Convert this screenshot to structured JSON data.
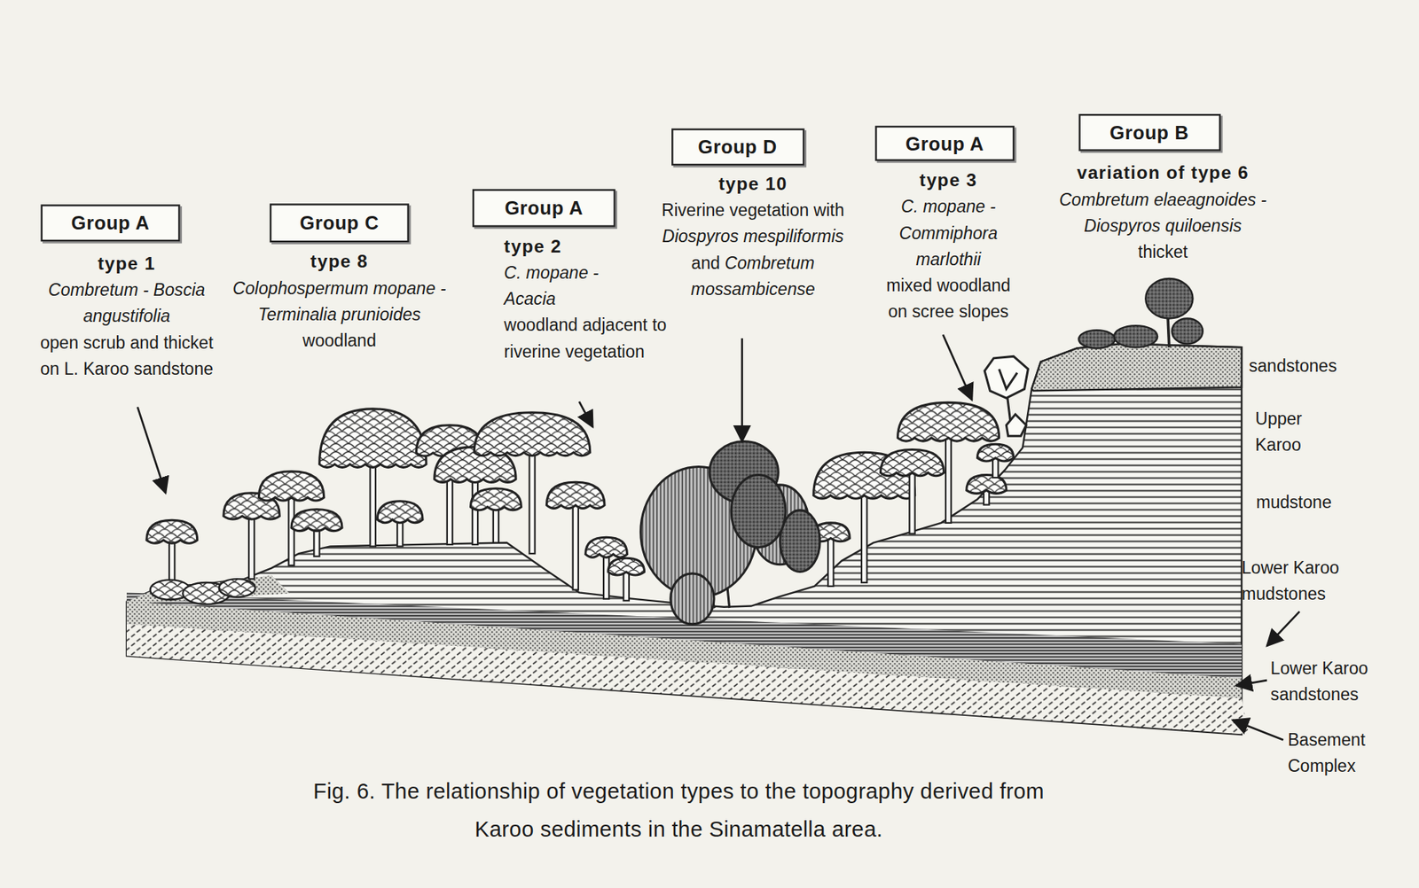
{
  "diagram": {
    "caption": "Fig. 6. The relationship of vegetation types to the topography derived from Karoo sediments in the Sinamatella area.",
    "nodes": [
      {
        "text": [
          "Group A"
        ]
      },
      {
        "text": [
          "Group C"
        ]
      },
      {
        "text": [
          "Group A"
        ]
      },
      {
        "text": [
          "Group D"
        ]
      },
      {
        "text": [
          "Group A"
        ]
      },
      {
        "text": [
          "Group B"
        ]
      }
    ],
    "labels": [
      "type 1",
      "Combretum - Boscia angustifolia",
      "open scrub and thicket on L. Karoo sandstone",
      "type 8",
      "Colophospermum mopane -Terminalia prunioides",
      "woodland",
      "type 2",
      "C. mopane - Acacia",
      "woodland adjacent to riverine vegetation",
      "type 10",
      "Riverine vegetation",
      "with",
      "Diospyros mespiliformis",
      "and",
      "Combretum mossambicense",
      "type 3",
      "C. mopane - Commiphora marlothii",
      "mixed woodland on scree slopes",
      "variation of type 6",
      "Combretum elaeagnoides - Diospyros quiloensis",
      "thicket",
      "sandstones",
      "Upper Karoo",
      "mudstone",
      "Lower Karoo mudstones",
      "Lower Karoo sandstones",
      "Basement Complex"
    ]
  }
}
